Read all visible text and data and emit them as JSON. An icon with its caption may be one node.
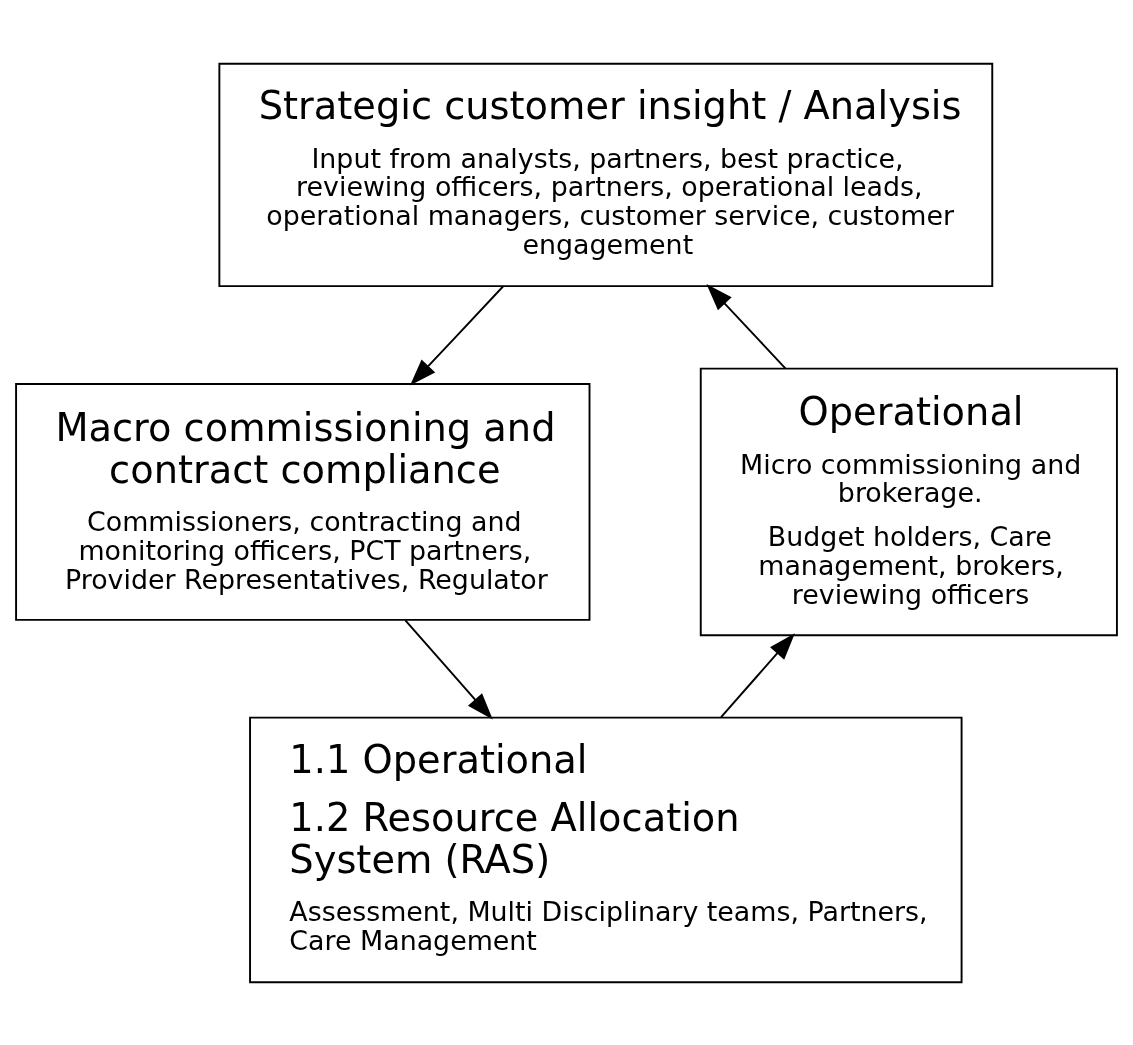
{
  "diagram": {
    "nodes": [
      {
        "text": [
          "Strategic customer insight / Analysis",
          "Input from analysts, partners, best practice, reviewing officers, partners, operational leads, operational managers, customer service, customer engagement"
        ]
      },
      {
        "text": [
          "Operational",
          "Micro commissioning and brokerage.",
          "Budget holders, Care management, brokers, reviewing officers"
        ]
      },
      {
        "text": [
          "Macro commissioning and contract compliance",
          "Commissioners, contracting and monitoring officers, PCT partners, Provider Representatives, Regulator"
        ]
      },
      {
        "text": [
          "1.1 Operational",
          "1.2 Resource Allocation System (RAS)",
          "Assessment, Multi Disciplinary teams, Partners, Care Management"
        ]
      }
    ],
    "edges": [
      {
        "from": 1,
        "to": 0,
        "arrow": "to"
      },
      {
        "from": 0,
        "to": 2,
        "arrow": "to"
      },
      {
        "from": 2,
        "to": 3,
        "arrow": "to"
      },
      {
        "from": 3,
        "to": 1,
        "arrow": "to"
      }
    ]
  }
}
